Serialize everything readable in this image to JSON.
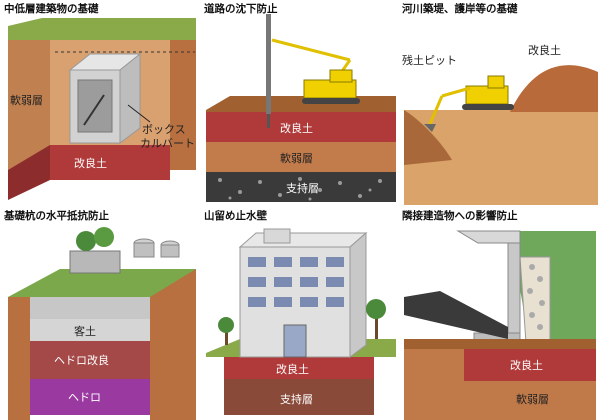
{
  "panels": {
    "p1": {
      "title": "中低層建築物の基礎",
      "labels": {
        "weak": "軟弱層",
        "box1": "ボックス",
        "box2": "カルバート",
        "improved": "改良土"
      }
    },
    "p2": {
      "title": "道路の沈下防止",
      "labels": {
        "improved": "改良土",
        "weak": "軟弱層",
        "support": "支持層"
      }
    },
    "p3": {
      "title": "河川築堤、護岸等の基礎",
      "labels": {
        "pit": "残土ピット",
        "improved": "改良土"
      }
    },
    "p4": {
      "title": "基礎杭の水平抵抗防止",
      "labels": {
        "fill": "客土",
        "sludge_improved": "ヘドロ改良",
        "sludge": "ヘドロ"
      }
    },
    "p5": {
      "title": "山留め止水壁",
      "labels": {
        "improved": "改良土",
        "support": "支持層"
      }
    },
    "p6": {
      "title": "隣接建造物への影響防止",
      "labels": {
        "improved": "改良土",
        "weak": "軟弱層"
      }
    }
  },
  "colors": {
    "improved_soil": "#b03a3a",
    "sludge_improved": "#a44848",
    "sludge": "#9a3aa0",
    "weak_layer": "#c07a4a",
    "support_layer": "#3a3a3a",
    "soil_surface": "#a05a2a",
    "grass": "#6fa85a",
    "excavator": "#f0d000"
  }
}
